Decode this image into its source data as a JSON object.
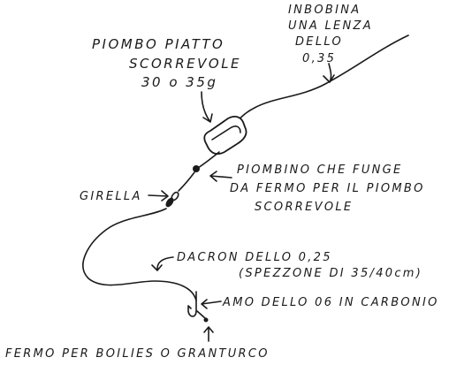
{
  "labels": {
    "line_note": [
      "INBOBINA",
      "UNA LENZA",
      "DELLO",
      "0,35"
    ],
    "sinker_note": [
      "PIOMBO PIATTO",
      "SCORREVOLE",
      "30 o 35g"
    ],
    "stopper_note": [
      "PIOMBINO CHE FUNGE",
      "DA FERMO PER IL PIOMBO",
      "SCORREVOLE"
    ],
    "swivel_note": "GIRELLA",
    "dacron_note": [
      "DACRON DELLO 0,25",
      "(SPEZZONE DI 35/40cm)"
    ],
    "hook_note": "AMO DELLO 06 IN CARBONIO",
    "boilie_note": "FERMO PER BOILIES O GRANTURCO"
  },
  "colors": {
    "ink": "#1a1a1a",
    "paper": "#ffffff"
  }
}
